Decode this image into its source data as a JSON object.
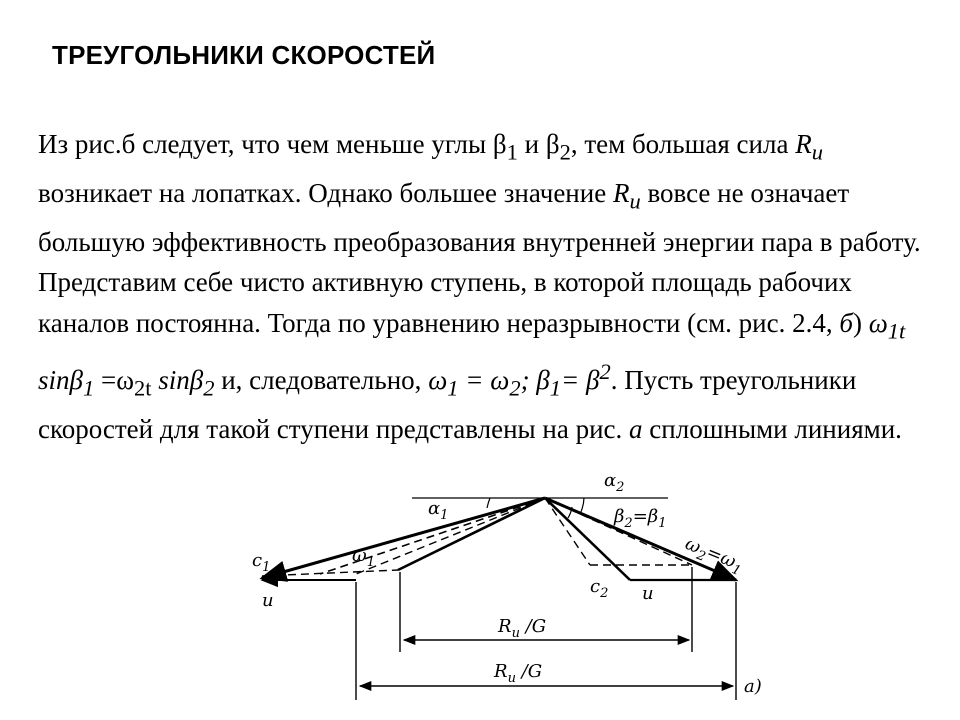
{
  "slide": {
    "title": "ТРЕУГОЛЬНИКИ СКОРОСТЕЙ"
  },
  "paragraph1": {
    "p1": "Из рис.б следует, что чем меньше углы β",
    "sub1": "1",
    "p2": " и β",
    "sub2": "2",
    "p3": ", тем большая сила ",
    "r1": "R",
    "r1sub": "u",
    "p4": " возникает на лопатках. Однако большее значение ",
    "r2": "R",
    "r2sub": "u",
    "p5": " вовсе не означает большую эффективность преобразования внутренней энергии пара в работу."
  },
  "paragraph2": {
    "p1": "Представим себе чисто активную ступень, в которой площадь рабочих каналов постоянна. Тогда по уравнению неразрывности (см. рис. 2.4, ",
    "b": "б",
    "p2": ") ",
    "w1": "ω",
    "w1sub": "1t",
    "sin1": " sinβ",
    "sin1sub": "1",
    "eq": " =ω",
    "w2sub": "2t",
    "sin2": " sinβ",
    "sin2sub": "2",
    "p3": "  и, следовательно, ",
    "rel1": "ω",
    "rel1sub": "1",
    "rel2": " = ω",
    "rel2sub": "2",
    "rel3": "; β",
    "rel3sub": "1",
    "rel4": "= β",
    "rel4sup": "2",
    "p4": ". Пусть треугольники скоростей для такой ступени представлены на рис. ",
    "a": "а",
    "p5": " сплошными линиями."
  },
  "figure": {
    "labels": {
      "c1": "c",
      "c1sub": "1",
      "w1": "ω",
      "w1sub": "1",
      "alpha1": "α",
      "alpha1sub": "1",
      "u_left": "u",
      "alpha2": "α",
      "alpha2sub": "2",
      "beta": "β",
      "beta_sub2": "2",
      "beta_eq": "=β",
      "beta_sub1": "1",
      "w2w1": "ω",
      "w2w1_sub2": "2",
      "w2w1_eq": "=ω",
      "w2w1_sub1": "1",
      "c2": "c",
      "c2sub": "2",
      "u_right": "u",
      "ru_inner": "R",
      "ru_inner_sub": "u",
      "ru_inner_div": " /G",
      "ru_outer": "R",
      "ru_outer_sub": "u",
      "ru_outer_div": " /G",
      "fig_a": "a)"
    }
  }
}
